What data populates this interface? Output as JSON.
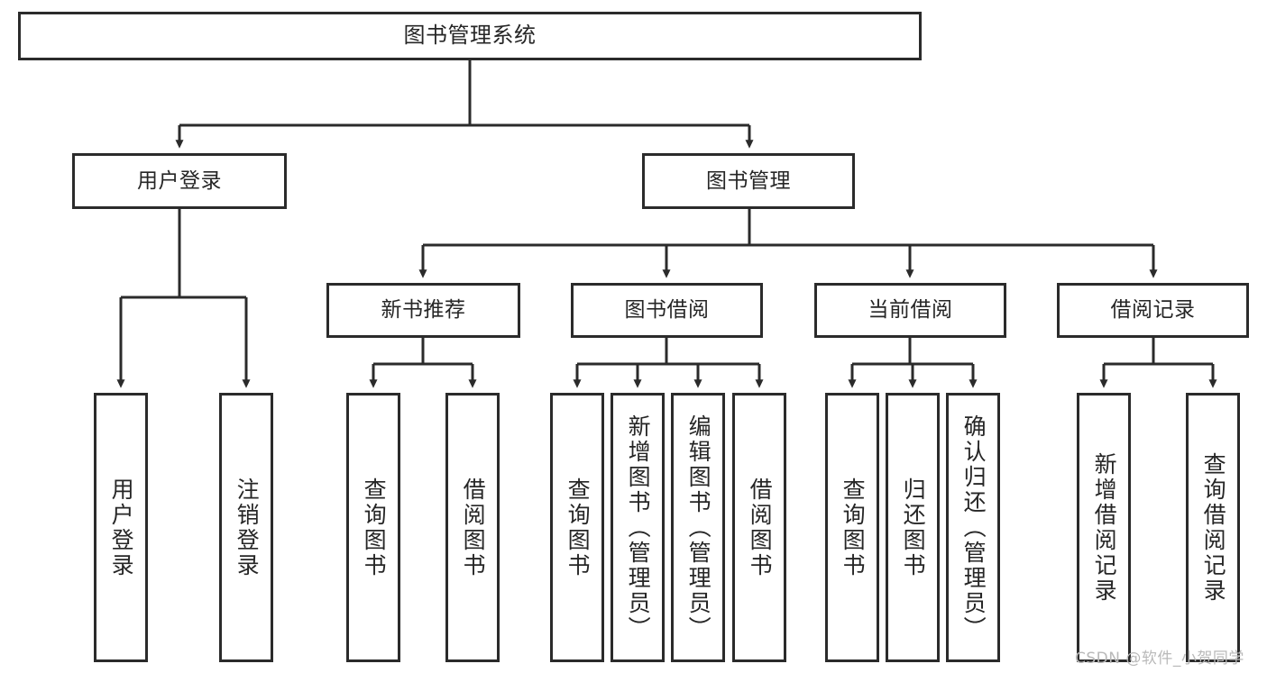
{
  "diagram": {
    "type": "tree-hierarchy",
    "title": "图书管理系统",
    "watermark": "CSDN @软件_小贺同学",
    "colors": {
      "node_border": "#2b2b2b",
      "node_fill": "#ffffff",
      "edge": "#2b2b2b",
      "text": "#262626",
      "watermark": "#b9b9b9",
      "background": "#ffffff"
    },
    "nodes": {
      "root": {
        "label": "图书管理系统"
      },
      "level2": [
        {
          "id": "user-login",
          "label": "用户登录"
        },
        {
          "id": "book-manage",
          "label": "图书管理"
        }
      ],
      "level3": [
        {
          "id": "new-book-recommend",
          "label": "新书推荐"
        },
        {
          "id": "book-borrow",
          "label": "图书借阅"
        },
        {
          "id": "current-borrow",
          "label": "当前借阅"
        },
        {
          "id": "borrow-record",
          "label": "借阅记录"
        }
      ],
      "leaves": {
        "user-login": [
          {
            "id": "leaf-user-login",
            "label": "用户登录"
          },
          {
            "id": "leaf-logout-login",
            "label": "注销登录"
          }
        ],
        "new-book-recommend": [
          {
            "id": "leaf-query-book-1",
            "label": "查询图书"
          },
          {
            "id": "leaf-borrow-book-1",
            "label": "借阅图书"
          }
        ],
        "book-borrow": [
          {
            "id": "leaf-query-book-2",
            "label": "查询图书"
          },
          {
            "id": "leaf-add-book",
            "label": "新增图书（管理员）"
          },
          {
            "id": "leaf-edit-book",
            "label": "编辑图书（管理员）"
          },
          {
            "id": "leaf-borrow-book-2",
            "label": "借阅图书"
          }
        ],
        "current-borrow": [
          {
            "id": "leaf-query-book-3",
            "label": "查询图书"
          },
          {
            "id": "leaf-return-book",
            "label": "归还图书"
          },
          {
            "id": "leaf-confirm-return",
            "label": "确认归还（管理员）"
          }
        ],
        "borrow-record": [
          {
            "id": "leaf-add-record",
            "label": "新增借阅记录"
          },
          {
            "id": "leaf-query-record",
            "label": "查询借阅记录"
          }
        ]
      }
    }
  }
}
